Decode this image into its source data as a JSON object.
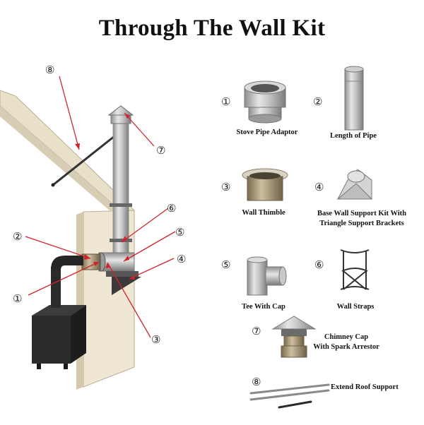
{
  "title": "Through The Wall Kit",
  "colors": {
    "callout_line": "#d0242b",
    "brace_line": "#333333",
    "wall": "#ece4cf",
    "stove": "#2a2a2a",
    "pipe": "#b9b9b9"
  },
  "diagram_markers": [
    "①",
    "②",
    "③",
    "④",
    "⑤",
    "⑥",
    "⑦",
    "⑧"
  ],
  "parts": [
    {
      "marker": "①",
      "label": "Stove Pipe Adaptor"
    },
    {
      "marker": "②",
      "label": "Length of Pipe"
    },
    {
      "marker": "③",
      "label": "Wall Thimble"
    },
    {
      "marker": "④",
      "label_line1": "Base Wall Support Kit With",
      "label_line2": "Triangle Support Brackets"
    },
    {
      "marker": "⑤",
      "label": "Tee With Cap"
    },
    {
      "marker": "⑥",
      "label": "Wall Straps"
    },
    {
      "marker": "⑦",
      "label_line1": "Chimney Cap",
      "label_line2": "With Spark Arrestor"
    },
    {
      "marker": "⑧",
      "label": "Extend Roof Support"
    }
  ]
}
